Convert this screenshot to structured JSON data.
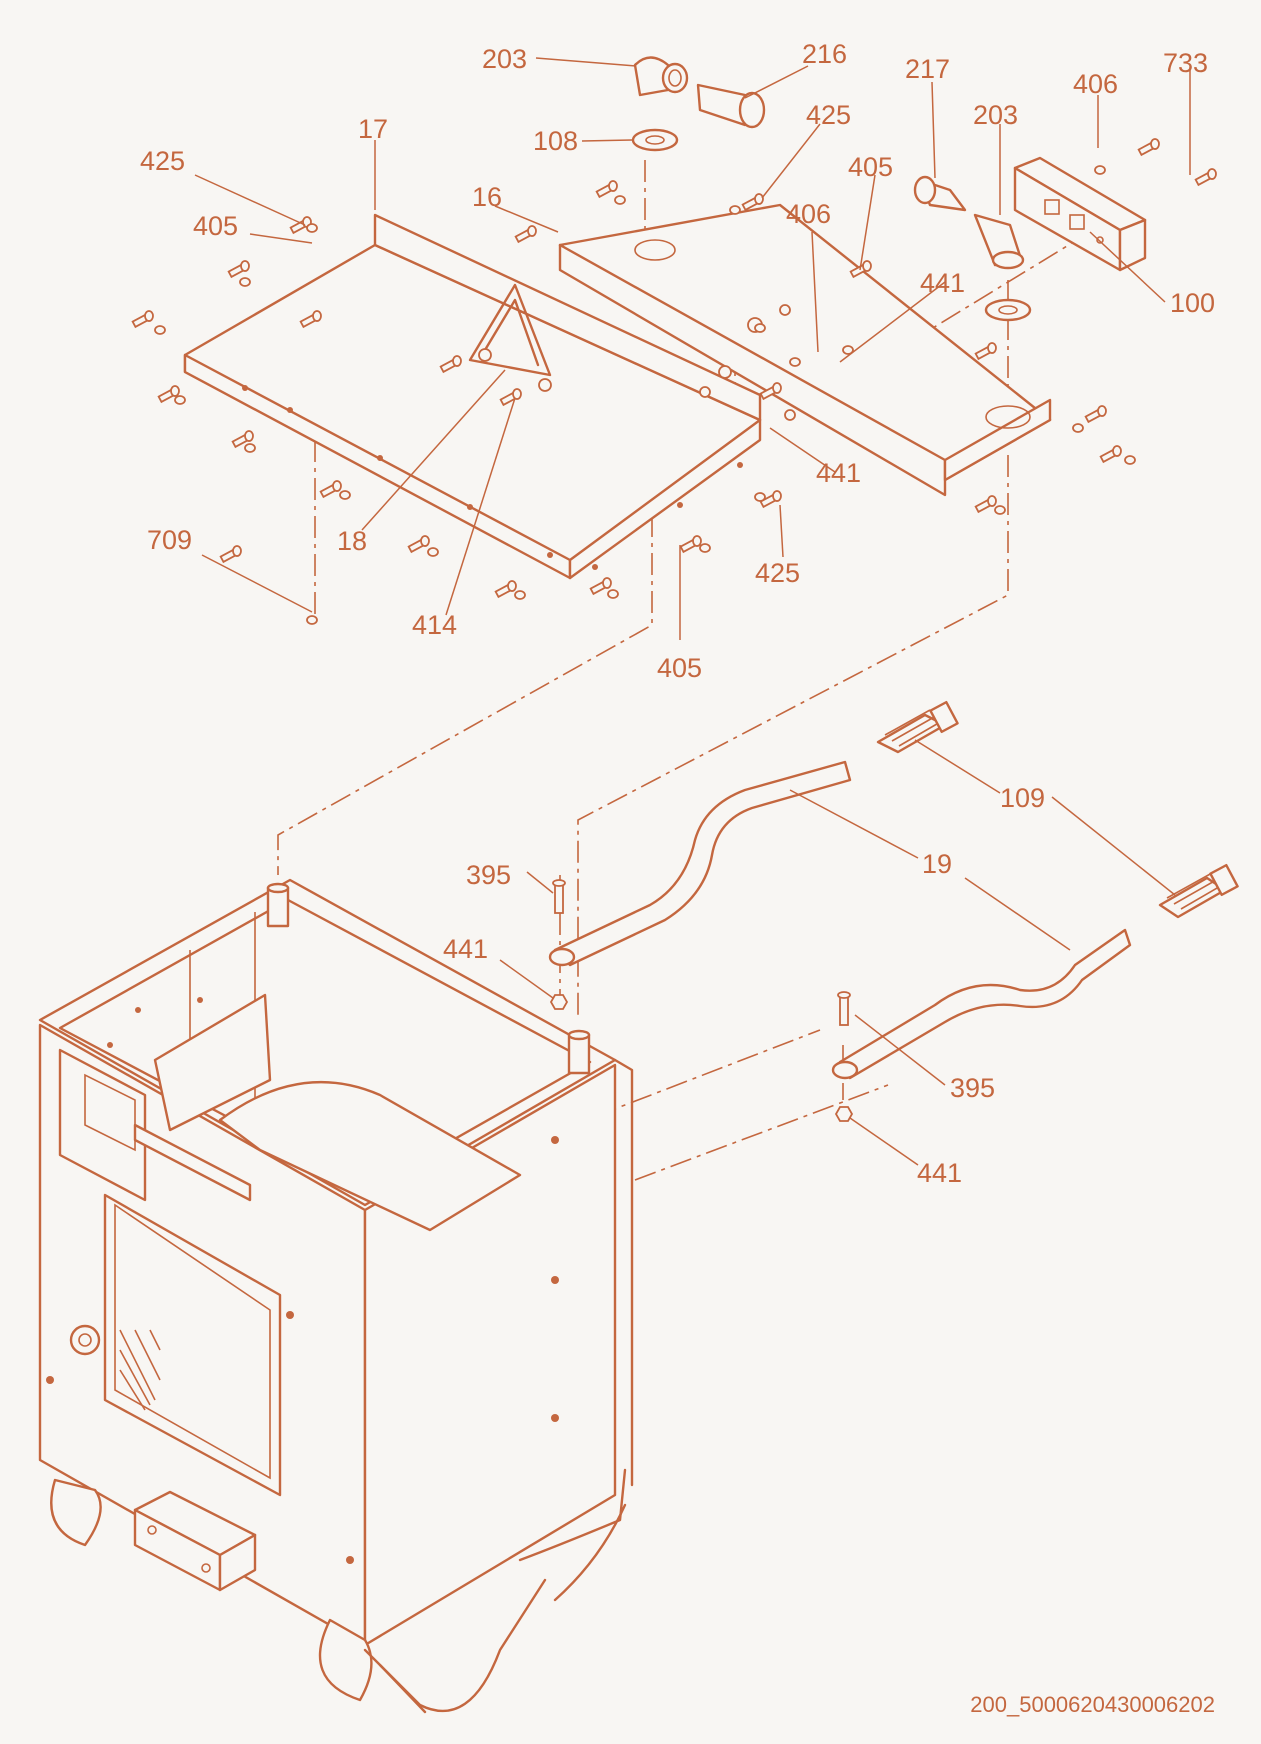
{
  "diagram": {
    "type": "exploded parts diagram",
    "line_color": "#c4673f",
    "background_color": "#f8f6f3",
    "callouts": [
      {
        "id": "c-203a",
        "label": "203"
      },
      {
        "id": "c-216",
        "label": "216"
      },
      {
        "id": "c-108",
        "label": "108"
      },
      {
        "id": "c-425a",
        "label": "425"
      },
      {
        "id": "c-217",
        "label": "217"
      },
      {
        "id": "c-203b",
        "label": "203"
      },
      {
        "id": "c-406a",
        "label": "406"
      },
      {
        "id": "c-733",
        "label": "733"
      },
      {
        "id": "c-17",
        "label": "17"
      },
      {
        "id": "c-425b",
        "label": "425"
      },
      {
        "id": "c-16",
        "label": "16"
      },
      {
        "id": "c-405a",
        "label": "405"
      },
      {
        "id": "c-405b",
        "label": "405"
      },
      {
        "id": "c-406b",
        "label": "406"
      },
      {
        "id": "c-441a",
        "label": "441"
      },
      {
        "id": "c-100",
        "label": "100"
      },
      {
        "id": "c-441b",
        "label": "441"
      },
      {
        "id": "c-709",
        "label": "709"
      },
      {
        "id": "c-18",
        "label": "18"
      },
      {
        "id": "c-425c",
        "label": "425"
      },
      {
        "id": "c-414",
        "label": "414"
      },
      {
        "id": "c-405c",
        "label": "405"
      },
      {
        "id": "c-109",
        "label": "109"
      },
      {
        "id": "c-19",
        "label": "19"
      },
      {
        "id": "c-395a",
        "label": "395"
      },
      {
        "id": "c-441c",
        "label": "441"
      },
      {
        "id": "c-395b",
        "label": "395"
      },
      {
        "id": "c-441d",
        "label": "441"
      }
    ],
    "document_id": "200_5000620430006202"
  }
}
